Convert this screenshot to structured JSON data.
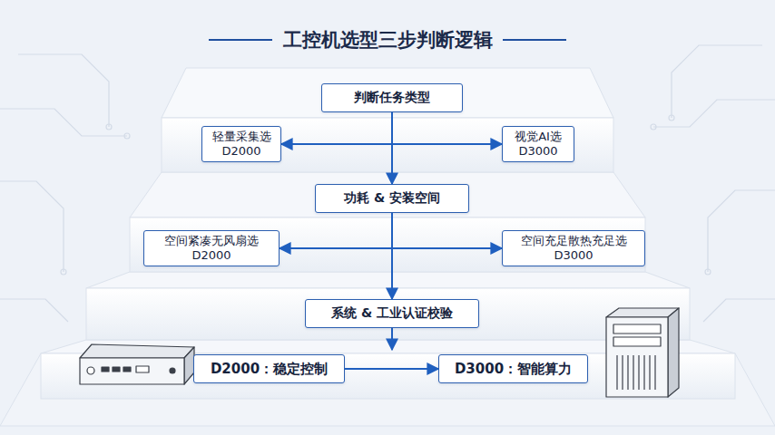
{
  "diagram": {
    "title": "工控机选型三步判断逻辑",
    "nodes": [
      {
        "text": [
          "判断任务类型"
        ]
      },
      {
        "text": [
          "轻量采集选 D2000"
        ]
      },
      {
        "text": [
          "视觉AI选 D3000"
        ]
      },
      {
        "text": [
          "功耗 & 安装空间"
        ]
      },
      {
        "text": [
          "空间紧凑无风扇选 D2000"
        ]
      },
      {
        "text": [
          "空间充足散热充足选 D3000"
        ]
      },
      {
        "text": [
          "系统 & 工业认证校验"
        ]
      },
      {
        "text": [
          "D2000：稳定控制"
        ]
      },
      {
        "text": [
          "D3000：智能算力"
        ]
      }
    ],
    "edges": [
      {
        "from": 1,
        "to": 2,
        "arrow": "both"
      },
      {
        "from": 0,
        "to": 3,
        "arrow": "to"
      },
      {
        "from": 4,
        "to": 5,
        "arrow": "both"
      },
      {
        "from": 3,
        "to": 6,
        "arrow": "to"
      },
      {
        "from": 7,
        "to": 8,
        "arrow": "to"
      }
    ]
  }
}
